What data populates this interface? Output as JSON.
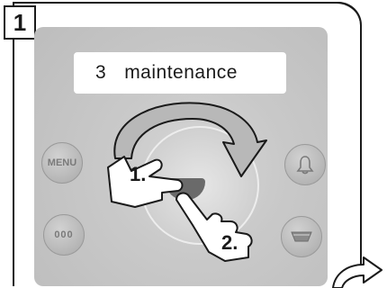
{
  "step_number": "1",
  "display": {
    "item_number": "3",
    "item_label": "maintenance"
  },
  "buttons": {
    "menu": "MENU",
    "dots": "000"
  },
  "hand_labels": {
    "first": "1.",
    "second": "2."
  },
  "icons": [
    "bell-icon",
    "tray-icon",
    "rotate-arrow-icon",
    "pointing-hand-icon",
    "next-arrow-icon"
  ],
  "colors": {
    "outline": "#1a1a1a",
    "panel": "#c9c9c9",
    "center_button": "#6a6a6a",
    "arrow_fill": "#b8b8b8"
  }
}
